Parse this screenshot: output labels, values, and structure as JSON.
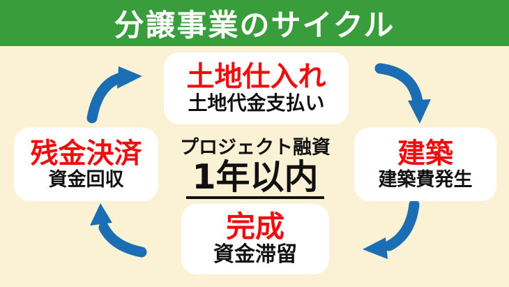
{
  "title": "分譲事業のサイクル",
  "colors": {
    "header_bg": "#3a9d3b",
    "header_text": "#ffffff",
    "background": "#fbf2d6",
    "box_bg": "#ffffff",
    "step_title_red": "#ed0f0f",
    "text_black": "#111111",
    "arrow_blue": "#1b6eb4"
  },
  "cycle": {
    "top": {
      "title": "土地仕入れ",
      "subtitle": "土地代金支払い"
    },
    "right": {
      "title": "建築",
      "subtitle": "建築費発生"
    },
    "bottom": {
      "title": "完成",
      "subtitle": "資金滞留"
    },
    "left": {
      "title": "残金決済",
      "subtitle": "資金回収"
    }
  },
  "center": {
    "line1": "プロジェクト融資",
    "line2": "1年以内"
  },
  "arrows": [
    {
      "name": "left-to-top-arrow",
      "direction": "up-right"
    },
    {
      "name": "top-to-right-arrow",
      "direction": "down-right"
    },
    {
      "name": "right-to-bottom-arrow",
      "direction": "down-left"
    },
    {
      "name": "bottom-to-left-arrow",
      "direction": "up-left"
    }
  ]
}
